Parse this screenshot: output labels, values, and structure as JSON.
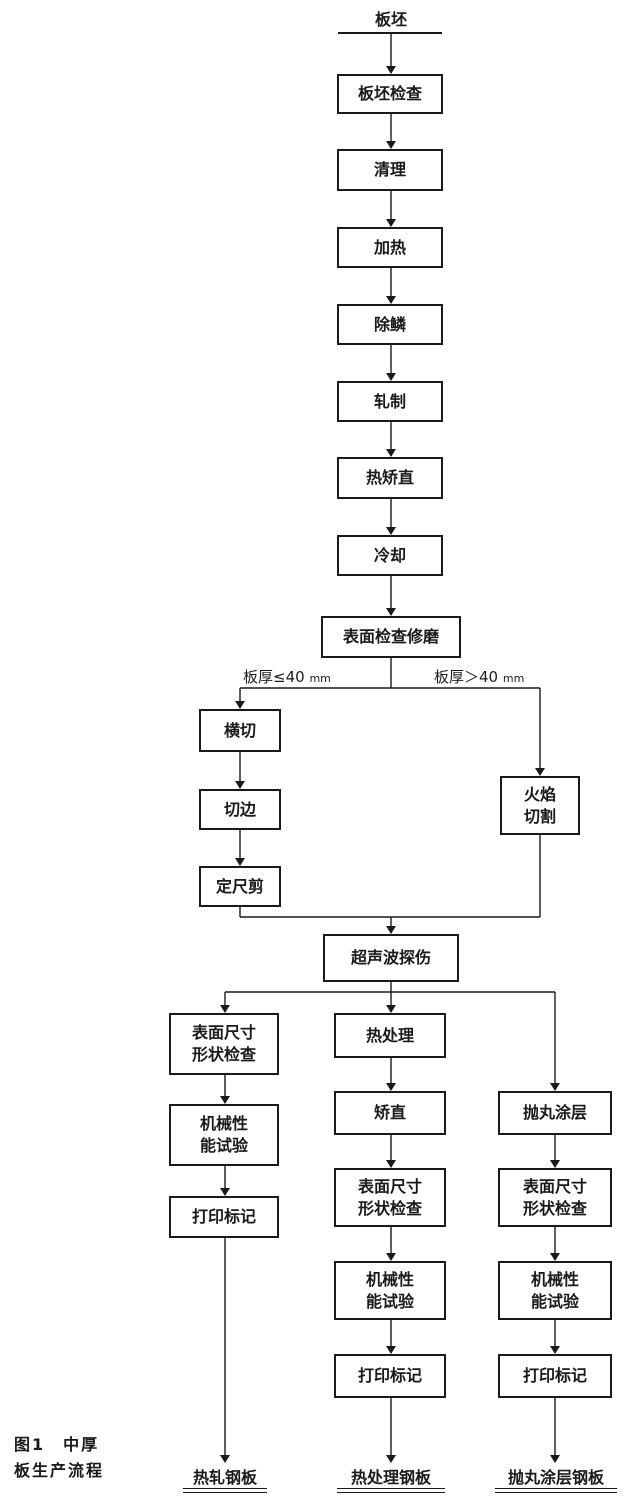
{
  "title": "板坯",
  "steps": {
    "inspect_slab": "板坯检查",
    "clean": "清理",
    "heat": "加热",
    "descale": "除鳞",
    "roll": "轧制",
    "hot_straighten": "热矫直",
    "cool": "冷却",
    "surface_grind": "表面检查修磨",
    "cross_cut": "横切",
    "edge_cut": "切边",
    "length_shear": "定尺剪",
    "flame_cut": "火焰\n切割",
    "ultrasonic": "超声波探伤",
    "l_surface_check": "表面尺寸\n形状检查",
    "l_mech_test": "机械性\n能试验",
    "l_mark": "打印标记",
    "m_heat_treat": "热处理",
    "m_straighten": "矫直",
    "m_surface_check": "表面尺寸\n形状检查",
    "m_mech_test": "机械性\n能试验",
    "m_mark": "打印标记",
    "r_shot_blast": "抛丸涂层",
    "r_surface_check": "表面尺寸\n形状检查",
    "r_mech_test": "机械性\n能试验",
    "r_mark": "打印标记"
  },
  "branch": {
    "left_text": "板厚≤40",
    "left_unit": "mm",
    "right_text": "板厚＞40",
    "right_unit": "mm"
  },
  "products": {
    "hot_rolled": "热轧钢板",
    "heat_treated": "热处理钢板",
    "coated": "抛丸涂层钢板"
  },
  "caption": {
    "line1": "图1　中厚",
    "line2": "板生产流程"
  }
}
